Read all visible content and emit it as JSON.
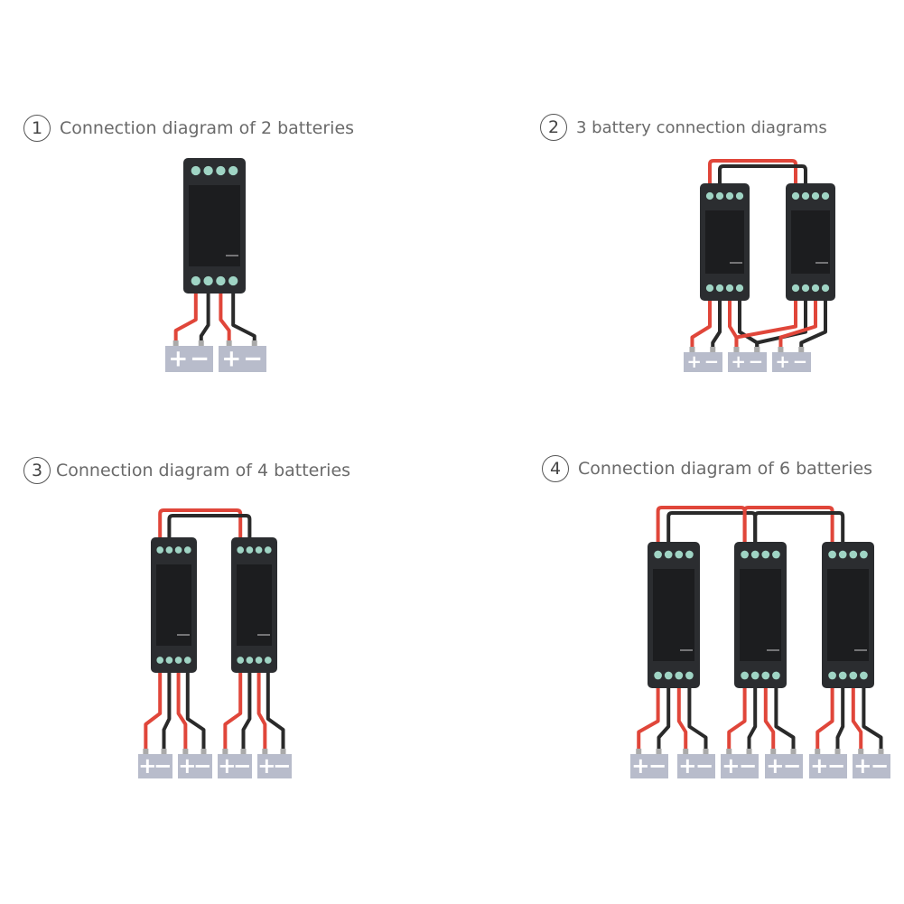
{
  "panels": [
    {
      "number": "1",
      "title": "Connection diagram of 2 batteries",
      "devices": 1,
      "batteries": 2
    },
    {
      "number": "2",
      "title": "3 battery connection diagrams",
      "devices": 2,
      "batteries": 3
    },
    {
      "number": "3",
      "title": "Connection diagram of 4 batteries",
      "devices": 2,
      "batteries": 4
    },
    {
      "number": "4",
      "title": "Connection diagram of 6 batteries",
      "devices": 3,
      "batteries": 6
    }
  ],
  "battery_labels": {
    "plus": "+",
    "minus": "−"
  },
  "colors": {
    "device": "#2b2d30",
    "terminal": "#9fd4c4",
    "red_cable": "#e0463a",
    "black_cable": "#2a2a2a",
    "battery": "#b8bccb",
    "title_text": "#6a6a6a"
  }
}
